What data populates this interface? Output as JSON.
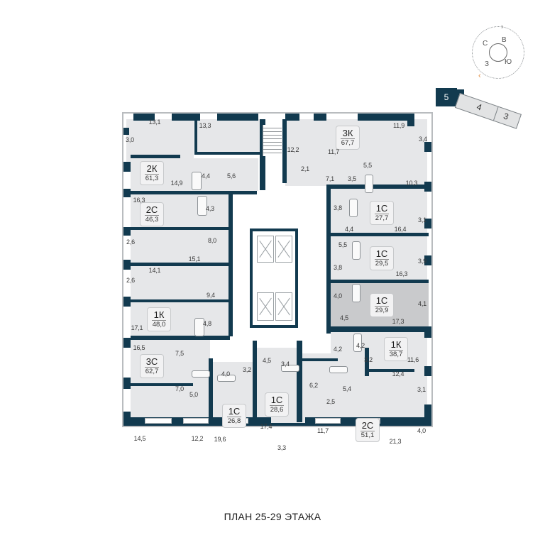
{
  "title": "ПЛАН 25-29 ЭТАЖА",
  "compass": {
    "north": "С",
    "east": "В",
    "south": "Ю",
    "west": "З",
    "arrow_color": "#e08a3c"
  },
  "sections": {
    "current": "5",
    "others": [
      "4",
      "3"
    ]
  },
  "colors": {
    "wall": "#123a4f",
    "room": "#e6e7e9",
    "selected_room": "#c9cacc",
    "outline": "#b9bcbf"
  },
  "apartments": [
    {
      "id": "apt-2k-61",
      "type": "2К",
      "area": "61,3",
      "rooms": [
        "13,1",
        "3,0",
        "13,3",
        "14,9",
        "4,4",
        "5,6"
      ]
    },
    {
      "id": "apt-2c-46",
      "type": "2С",
      "area": "46,3",
      "rooms": [
        "16,3",
        "4,3",
        "2,6",
        "15,1",
        "8,0"
      ]
    },
    {
      "id": "apt-1k-48",
      "type": "1К",
      "area": "48,0",
      "rooms": [
        "14,1",
        "2,6",
        "9,4",
        "17,1",
        "4,8"
      ]
    },
    {
      "id": "apt-3c-62",
      "type": "3С",
      "area": "62,7",
      "rooms": [
        "16,5",
        "7,5",
        "7,0",
        "5,0",
        "14,5",
        "12,2"
      ]
    },
    {
      "id": "apt-1c-26",
      "type": "1С",
      "area": "26,8",
      "rooms": [
        "4,0",
        "3,2",
        "19,6"
      ]
    },
    {
      "id": "apt-1c-28",
      "type": "1С",
      "area": "28,6",
      "rooms": [
        "4,5",
        "3,4",
        "17,4",
        "3,3"
      ]
    },
    {
      "id": "apt-2c-51",
      "type": "2С",
      "area": "51,1",
      "rooms": [
        "6,2",
        "5,4",
        "2,5",
        "11,7",
        "12,4",
        "3,1",
        "21,3",
        "4,0"
      ]
    },
    {
      "id": "apt-1k-38",
      "type": "1К",
      "area": "38,7",
      "rooms": [
        "4,2",
        "4,2",
        "3,2",
        "11,6"
      ]
    },
    {
      "id": "apt-1c-29-9",
      "type": "1С",
      "area": "29,9",
      "rooms": [
        "4,0",
        "4,5",
        "17,3",
        "4,1"
      ],
      "selected": true
    },
    {
      "id": "apt-1c-29-5",
      "type": "1С",
      "area": "29,5",
      "rooms": [
        "5,5",
        "3,8",
        "16,3",
        "3,9"
      ]
    },
    {
      "id": "apt-1c-27",
      "type": "1С",
      "area": "27,7",
      "rooms": [
        "3,8",
        "4,4",
        "16,4",
        "3,1"
      ]
    },
    {
      "id": "apt-3k-67",
      "type": "3К",
      "area": "67,7",
      "rooms": [
        "12,2",
        "11,7",
        "11,9",
        "3,4",
        "2,1",
        "7,1",
        "3,5",
        "5,5",
        "10,3"
      ]
    }
  ],
  "labels": {
    "a": "13,1",
    "b": "3,0",
    "c": "13,3",
    "d": "14,9",
    "e": "4,4",
    "f": "5,6",
    "g": "16,3",
    "h": "4,3",
    "i": "2,6",
    "j": "15,1",
    "k": "8,0",
    "l": "14,1",
    "m": "2,6",
    "n": "9,4",
    "o": "17,1",
    "p": "4,8",
    "q": "16,5",
    "r": "7,5",
    "s": "7,0",
    "t": "5,0",
    "u": "14,5",
    "v": "12,2",
    "w": "4,0",
    "x": "3,2",
    "y": "19,6",
    "z": "4,5",
    "aa": "3,4",
    "ab": "17,4",
    "ac": "3,3",
    "ad": "6,2",
    "ae": "5,4",
    "af": "2,5",
    "ag": "11,7",
    "ah": "12,4",
    "ai": "3,1",
    "aj": "21,3",
    "ak": "4,0",
    "al": "4,2",
    "am": "4,2",
    "an": "3,2",
    "ao": "11,6",
    "ap": "4,0",
    "aq": "4,5",
    "ar": "17,3",
    "as": "4,1",
    "at": "5,5",
    "au": "3,8",
    "av": "16,3",
    "aw": "3,9",
    "ax": "3,8",
    "ay": "4,4",
    "az": "16,4",
    "ba": "3,1",
    "bb": "12,2",
    "bc": "11,7",
    "bd": "11,9",
    "be": "3,4",
    "bf": "2,1",
    "bg": "7,1",
    "bh": "3,5",
    "bi": "5,5",
    "bj": "10,3"
  }
}
